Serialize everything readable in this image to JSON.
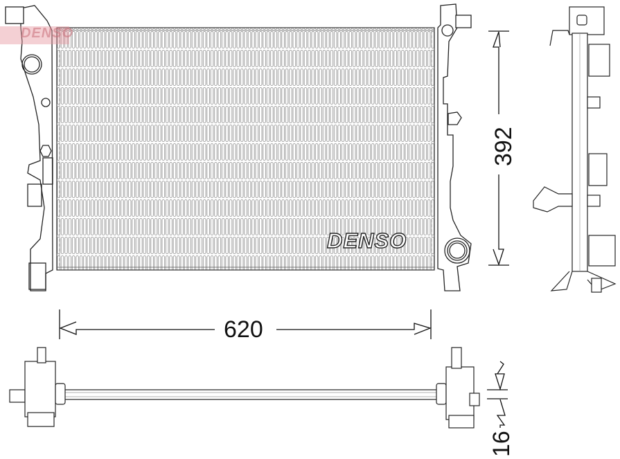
{
  "drawing": {
    "subject": "radiator",
    "brand_logo": "DENSO",
    "watermark": "DENSO",
    "colors": {
      "line": "#222222",
      "fin": "#9a9a9a",
      "watermark": "#e696a0",
      "background": "#ffffff"
    }
  },
  "dimensions": {
    "width": {
      "value": "620",
      "orientation": "horizontal"
    },
    "height": {
      "value": "392",
      "orientation": "vertical"
    },
    "thickness": {
      "value": "16",
      "orientation": "vertical"
    }
  },
  "views": [
    {
      "name": "front-view",
      "label": ""
    },
    {
      "name": "side-view",
      "label": ""
    },
    {
      "name": "top-view",
      "label": ""
    }
  ]
}
